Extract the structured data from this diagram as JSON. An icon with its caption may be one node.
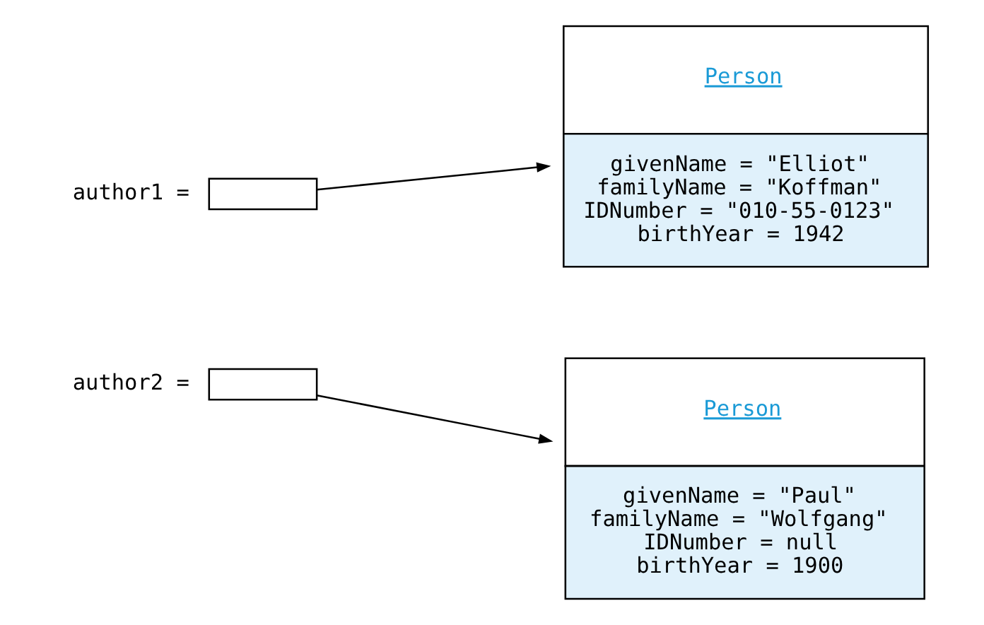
{
  "diagram": {
    "nodes": [
      {
        "text": [],
        "shape": "box",
        "beside": [
          "author1 ="
        ]
      },
      {
        "text": [
          "Person",
          "givenName = \"Elliot\"",
          "familyName = \"Koffman\"",
          "IDNumber = \"010-55-0123\"",
          "birthYear = 1942"
        ]
      },
      {
        "text": [],
        "shape": "box",
        "beside": [
          "author2 ="
        ]
      },
      {
        "text": [
          "Person",
          "givenName = \"Paul\"",
          "familyName = \"Wolfgang\"",
          "IDNumber = null",
          "birthYear = 1900"
        ]
      }
    ],
    "edges": [
      {
        "from": 0,
        "to": 1,
        "arrow": "to"
      },
      {
        "from": 2,
        "to": 3,
        "arrow": "to"
      }
    ]
  }
}
